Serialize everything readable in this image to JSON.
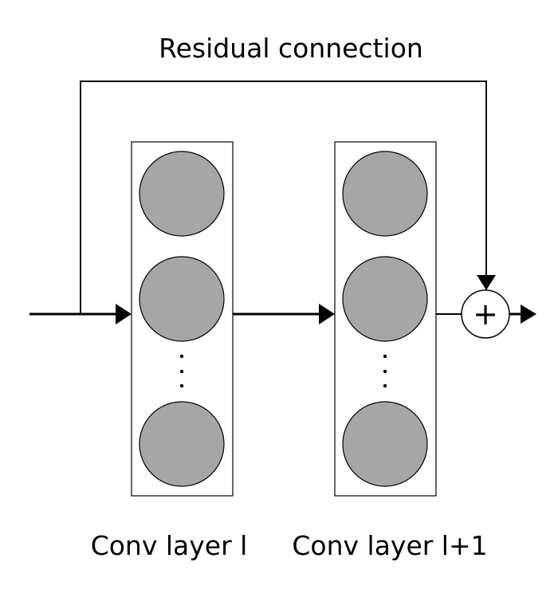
{
  "diagram": {
    "residual_label": "Residual connection",
    "layers": [
      {
        "label": "Conv layer l"
      },
      {
        "label": "Conv layer l+1"
      }
    ],
    "adder_symbol": "+",
    "colors": {
      "neuron_fill": "#a6a6a6",
      "stroke": "#000000",
      "background": "#ffffff"
    }
  }
}
